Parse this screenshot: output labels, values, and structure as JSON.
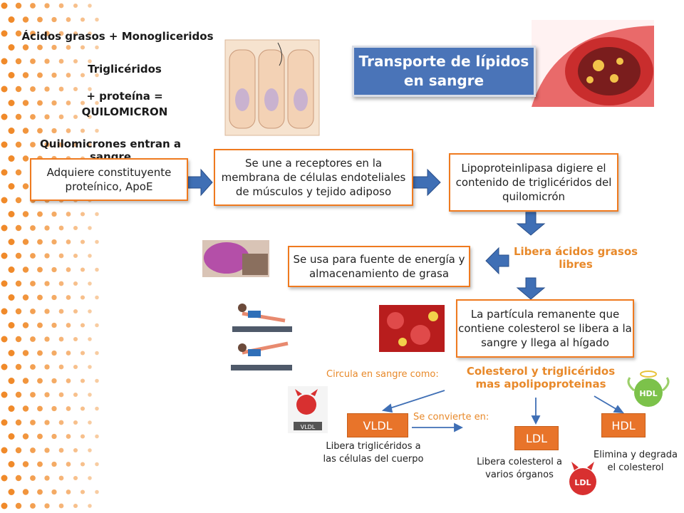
{
  "page": {
    "title": "Transporte de lípidos en sangre",
    "title_line1": "Transporte de lípidos",
    "title_line2": "en sangre"
  },
  "left_labels": {
    "l1": "Ácidos grasos + Monogliceridos",
    "l2": "Triglicéridos",
    "l3": "+ proteína =",
    "l4": "QUILOMICRON",
    "l5": "Quilomicrones entran a sangre"
  },
  "boxes": {
    "b1": "Adquiere constituyente proteínico, ApoE",
    "b2": "Se une a receptores en la membrana de células endoteliales de músculos y tejido adiposo",
    "b3": "Lipoproteinlipasa digiere el contenido de triglicéridos del quilomicrón",
    "b4": "Se usa para fuente de energía y almacenamiento de grasa",
    "b5": "La partícula remanente que contiene colesterol se libera a la sangre y llega al hígado"
  },
  "labels": {
    "libera": "Libera ácidos grasos libres",
    "circula": "Circula en sangre como:",
    "colesterol": "Colesterol y triglicéridos mas apolipoproteinas",
    "convierte": "Se convierte en:"
  },
  "lipoproteins": [
    {
      "name": "VLDL",
      "desc": "Libera triglicéridos a las células del cuerpo"
    },
    {
      "name": "LDL",
      "desc": "Libera colesterol a varios órganos"
    },
    {
      "name": "HDL",
      "desc": "Elimina y degrada el colesterol"
    }
  ],
  "mascots": {
    "vldl": "VLDL",
    "ldl": "LDL",
    "hdl": "HDL"
  },
  "colors": {
    "accent": "#ef7a1f",
    "arrow": "#3f6fb5",
    "title_bg": "#4a74b8",
    "tag": "#e8742a"
  }
}
